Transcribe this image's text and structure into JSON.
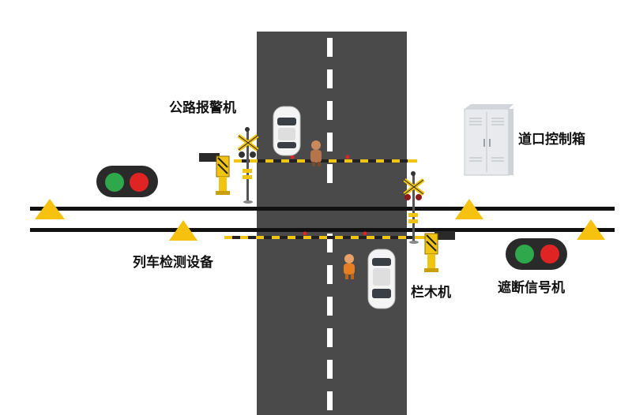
{
  "labels": {
    "road_alarm": "公路报警机",
    "crossing_control_box": "道口控制箱",
    "train_detection_device": "列车检测设备",
    "barrier_machine": "栏木机",
    "blocking_signal": "遮断信号机"
  },
  "colors": {
    "road": "#4a4a4a",
    "rail": "#111111",
    "warning_triangle": "#f6c20f",
    "barrier_yellow": "#f1c40f",
    "barrier_black": "#222222",
    "signal_green": "#2ea84a",
    "signal_red": "#e02424",
    "signal_housing": "#2a2a2a"
  },
  "icons": [
    "warning-triangle-icon",
    "traffic-signal-icon",
    "car-icon",
    "pedestrian-icon",
    "control-cabinet-icon",
    "barrier-machine-icon",
    "crossbuck-alarm-icon"
  ]
}
